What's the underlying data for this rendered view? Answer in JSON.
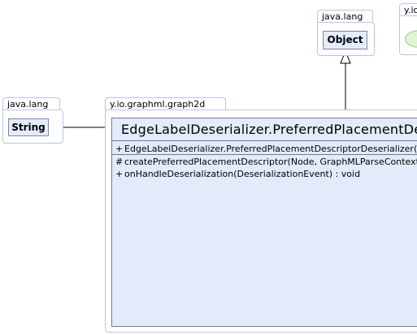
{
  "packages": {
    "java_lang_object": {
      "label": "java.lang"
    },
    "java_lang_string": {
      "label": "java.lang"
    },
    "graph2d": {
      "label": "y.io.graphml.graph2d"
    },
    "partial_right": {
      "label": "y.io"
    }
  },
  "classes": {
    "object": {
      "name": "Object"
    },
    "string": {
      "name": "String"
    },
    "main": {
      "name": "EdgeLabelDeserializer.PreferredPlacementDescriptorDeserializer",
      "constructors": [
        {
          "visibility": "+",
          "signature": "EdgeLabelDeserializer.PreferredPlacementDescriptorDeserializer()"
        }
      ],
      "methods": [
        {
          "visibility": "#",
          "signature": "createPreferredPlacementDescriptor(Node, GraphMLParseContext) : PreferredPlacementDescriptor"
        },
        {
          "visibility": "+",
          "signature": "onHandleDeserialization(DeserializationEvent) : void"
        }
      ]
    }
  },
  "colors": {
    "class_fill": "#e3ebfb",
    "package_border": "#b9c5e2",
    "partial_shape_fill": "#dff5d4"
  }
}
